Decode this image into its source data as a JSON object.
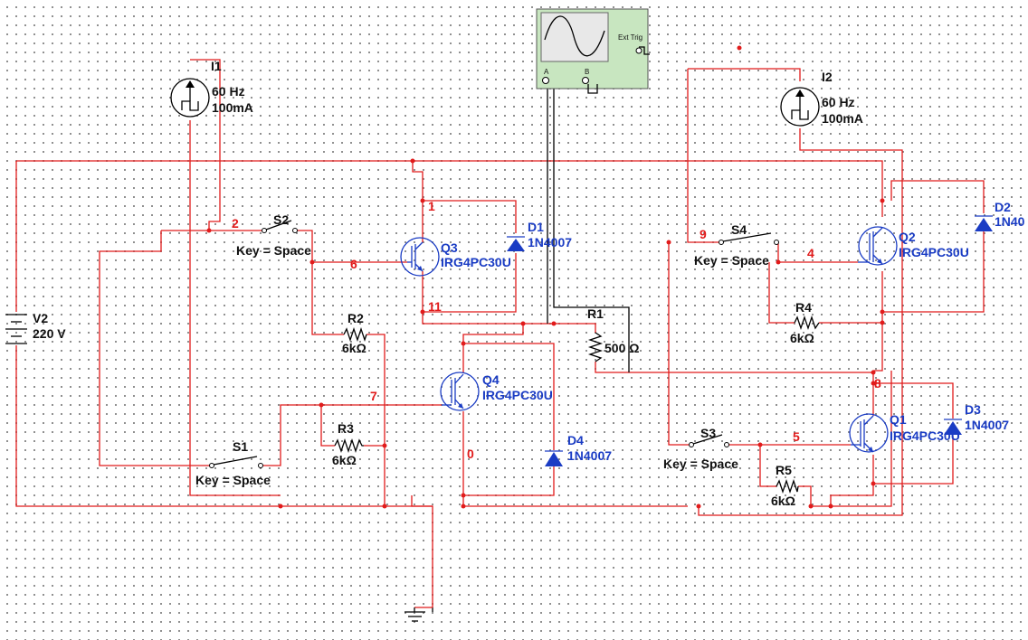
{
  "scope": {
    "ext_trig": "Ext Trig",
    "a": "A",
    "b": "B"
  },
  "sources": {
    "I1": {
      "ref": "I1",
      "freq": "60 Hz",
      "amp": "100mA"
    },
    "I2": {
      "ref": "I2",
      "freq": "60 Hz",
      "amp": "100mA"
    },
    "V2": {
      "ref": "V2",
      "value": "220 V"
    }
  },
  "switches": {
    "S1": {
      "ref": "S1",
      "key": "Key = Space"
    },
    "S2": {
      "ref": "S2",
      "key": "Key = Space"
    },
    "S3": {
      "ref": "S3",
      "key": "Key = Space"
    },
    "S4": {
      "ref": "S4",
      "key": "Key = Space"
    }
  },
  "resistors": {
    "R1": {
      "ref": "R1",
      "value": "500 Ω"
    },
    "R2": {
      "ref": "R2",
      "value": "6kΩ"
    },
    "R3": {
      "ref": "R3",
      "value": "6kΩ"
    },
    "R4": {
      "ref": "R4",
      "value": "6kΩ"
    },
    "R5": {
      "ref": "R5",
      "value": "6kΩ"
    }
  },
  "transistors": {
    "Q1": {
      "ref": "Q1",
      "part": "IRG4PC30U"
    },
    "Q2": {
      "ref": "Q2",
      "part": "IRG4PC30U"
    },
    "Q3": {
      "ref": "Q3",
      "part": "IRG4PC30U"
    },
    "Q4": {
      "ref": "Q4",
      "part": "IRG4PC30U"
    }
  },
  "diodes": {
    "D1": {
      "ref": "D1",
      "part": "1N4007"
    },
    "D2": {
      "ref": "D2",
      "part": "1N40"
    },
    "D3": {
      "ref": "D3",
      "part": "1N4007"
    },
    "D4": {
      "ref": "D4",
      "part": "1N4007"
    }
  },
  "nets": {
    "n0": "0",
    "n1": "1",
    "n2": "2",
    "n4": "4",
    "n5": "5",
    "n6": "6",
    "n7": "7",
    "n8": "8",
    "n9": "9",
    "n11": "11"
  },
  "colors": {
    "wire": "#e11b1b",
    "component": "#1a3cc4",
    "scope_body": "#c8e6c0"
  }
}
